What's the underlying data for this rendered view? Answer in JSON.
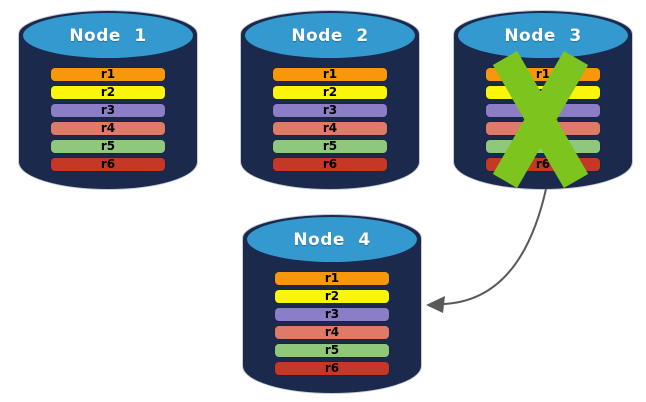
{
  "diagram": {
    "nodes": [
      {
        "label": "Node 1",
        "failed": false,
        "rows": [
          {
            "label": "r1",
            "color": "#F79709"
          },
          {
            "label": "r2",
            "color": "#FAF50A"
          },
          {
            "label": "r3",
            "color": "#8C7EC6"
          },
          {
            "label": "r4",
            "color": "#DE7A66"
          },
          {
            "label": "r5",
            "color": "#8FC87D"
          },
          {
            "label": "r6",
            "color": "#C53826"
          }
        ]
      },
      {
        "label": "Node 2",
        "failed": false,
        "rows": [
          {
            "label": "r1",
            "color": "#F79709"
          },
          {
            "label": "r2",
            "color": "#FAF50A"
          },
          {
            "label": "r3",
            "color": "#8C7EC6"
          },
          {
            "label": "r4",
            "color": "#DE7A66"
          },
          {
            "label": "r5",
            "color": "#8FC87D"
          },
          {
            "label": "r6",
            "color": "#C53826"
          }
        ]
      },
      {
        "label": "Node 3",
        "failed": true,
        "rows": [
          {
            "label": "r1",
            "color": "#F79709"
          },
          {
            "label": "r2",
            "color": "#FAF50A"
          },
          {
            "label": "r3",
            "color": "#8C7EC6"
          },
          {
            "label": "r4",
            "color": "#DE7A66"
          },
          {
            "label": "r5",
            "color": "#8FC87D"
          },
          {
            "label": "r6",
            "color": "#C53826"
          }
        ]
      },
      {
        "label": "Node 4",
        "failed": false,
        "rows": [
          {
            "label": "r1",
            "color": "#F79709"
          },
          {
            "label": "r2",
            "color": "#FAF50A"
          },
          {
            "label": "r3",
            "color": "#8C7EC6"
          },
          {
            "label": "r4",
            "color": "#DE7A66"
          },
          {
            "label": "r5",
            "color": "#8FC87D"
          },
          {
            "label": "r6",
            "color": "#C53826"
          }
        ]
      }
    ],
    "arrow": {
      "from": "Node 3",
      "to": "Node 4"
    },
    "colors": {
      "cylinder_body": "#1B2A4C",
      "cylinder_top": "#3399CE",
      "cylinder_outline": "#C4CBD7",
      "failure_cross": "#7DC41E",
      "arrow": "#595959",
      "title_text": "#FFFFFF",
      "row_text": "#000000"
    }
  }
}
